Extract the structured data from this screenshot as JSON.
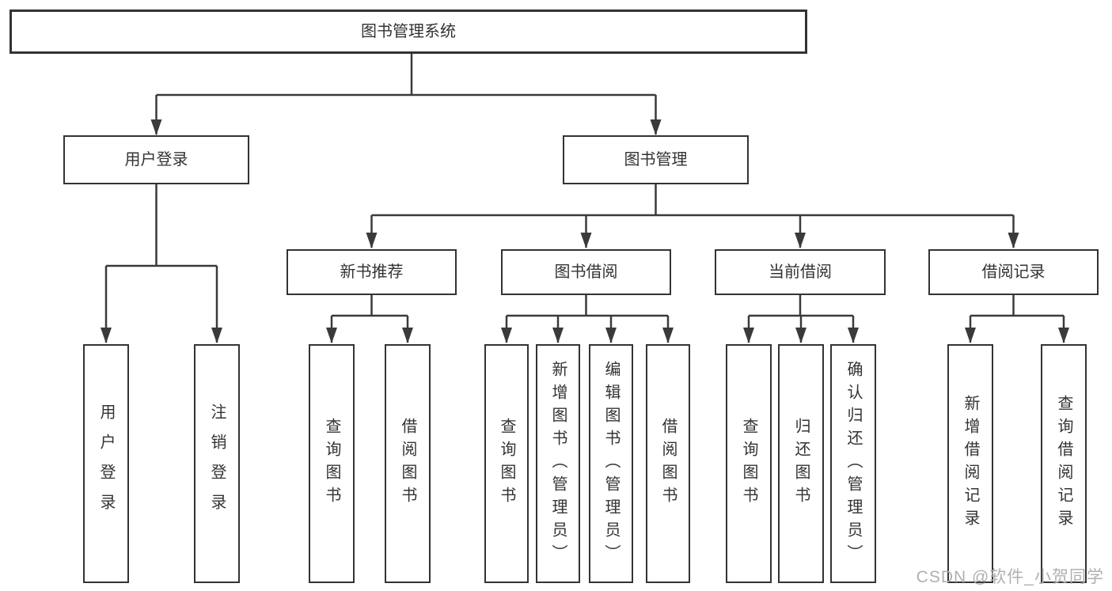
{
  "tree": {
    "root": {
      "label": "图书管理系统"
    },
    "user_login": {
      "label": "用户登录",
      "children": {
        "login": {
          "label": "用户登录"
        },
        "logout": {
          "label": "注销登录"
        }
      }
    },
    "book_mgmt": {
      "label": "图书管理"
    },
    "branches": {
      "new_books": {
        "label": "新书推荐",
        "children": {
          "query_books": {
            "label": "查询图书"
          },
          "borrow_books": {
            "label": "借阅图书"
          }
        }
      },
      "book_borrow": {
        "label": "图书借阅",
        "children": {
          "query_books": {
            "label": "查询图书"
          },
          "add_books": {
            "label": "新增图书（管理员）"
          },
          "edit_books": {
            "label": "编辑图书（管理员）"
          },
          "borrow_books": {
            "label": "借阅图书"
          }
        }
      },
      "current_borrow": {
        "label": "当前借阅",
        "children": {
          "query_books": {
            "label": "查询图书"
          },
          "return_books": {
            "label": "归还图书"
          },
          "confirm_return": {
            "label": "确认归还（管理员）"
          }
        }
      },
      "borrow_records": {
        "label": "借阅记录",
        "children": {
          "add_record": {
            "label": "新增借阅记录"
          },
          "query_record": {
            "label": "查询借阅记录"
          }
        }
      }
    }
  },
  "watermark": {
    "text": "CSDN @软件_小贺同学"
  },
  "colors": {
    "box_border": "#333333",
    "connector": "#3a3a3a",
    "text": "#333333",
    "watermark": "#b0b0b0",
    "background": "#ffffff"
  }
}
